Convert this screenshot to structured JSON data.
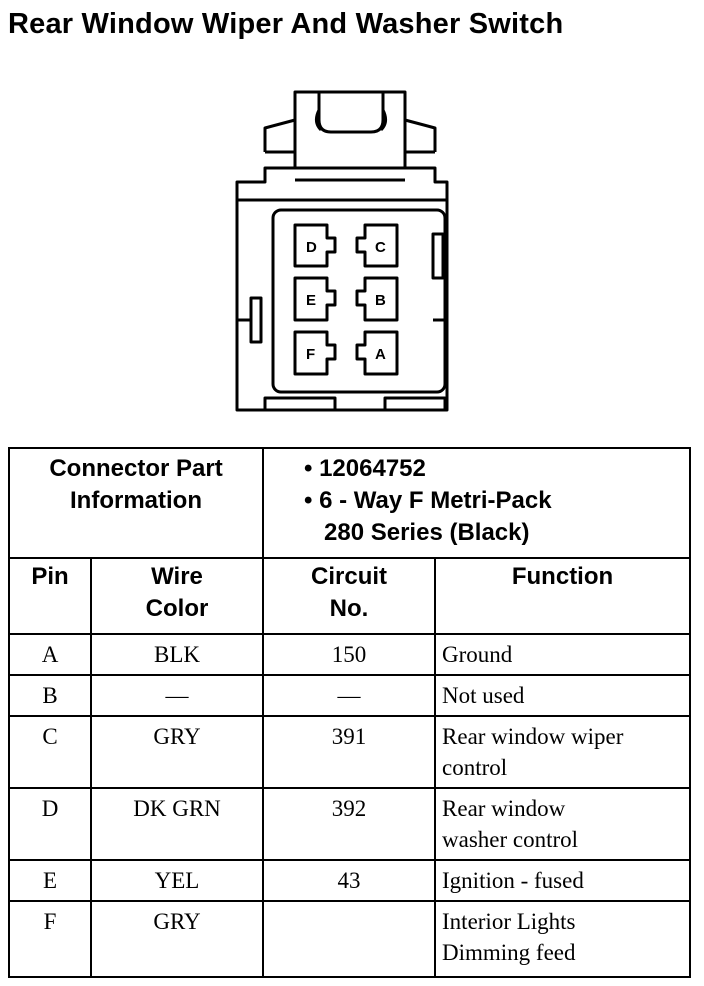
{
  "title": "Rear Window Wiper And Washer Switch",
  "connector_pins": [
    "D",
    "C",
    "E",
    "B",
    "F",
    "A"
  ],
  "part_info": {
    "label_line1": "Connector Part",
    "label_line2": "Information",
    "part_number": "• 12064752",
    "description_line1": "• 6 - Way F Metri-Pack",
    "description_line2": "280 Series (Black)"
  },
  "columns": {
    "pin": "Pin",
    "wire_color_line1": "Wire",
    "wire_color_line2": "Color",
    "circuit_line1": "Circuit",
    "circuit_line2": "No.",
    "function": "Function"
  },
  "rows": [
    {
      "pin": "A",
      "wire": "BLK",
      "circuit": "150",
      "func1": "Ground",
      "func2": ""
    },
    {
      "pin": "B",
      "wire": "—",
      "circuit": "—",
      "func1": "Not used",
      "func2": ""
    },
    {
      "pin": "C",
      "wire": "GRY",
      "circuit": "391",
      "func1": "Rear window wiper",
      "func2": "control"
    },
    {
      "pin": "D",
      "wire": "DK GRN",
      "circuit": "392",
      "func1": "Rear window",
      "func2": "washer control"
    },
    {
      "pin": "E",
      "wire": "YEL",
      "circuit": "43",
      "func1": "Ignition - fused",
      "func2": ""
    },
    {
      "pin": "F",
      "wire": "GRY",
      "circuit": "",
      "func1": "Interior Lights",
      "func2": "Dimming feed"
    }
  ]
}
